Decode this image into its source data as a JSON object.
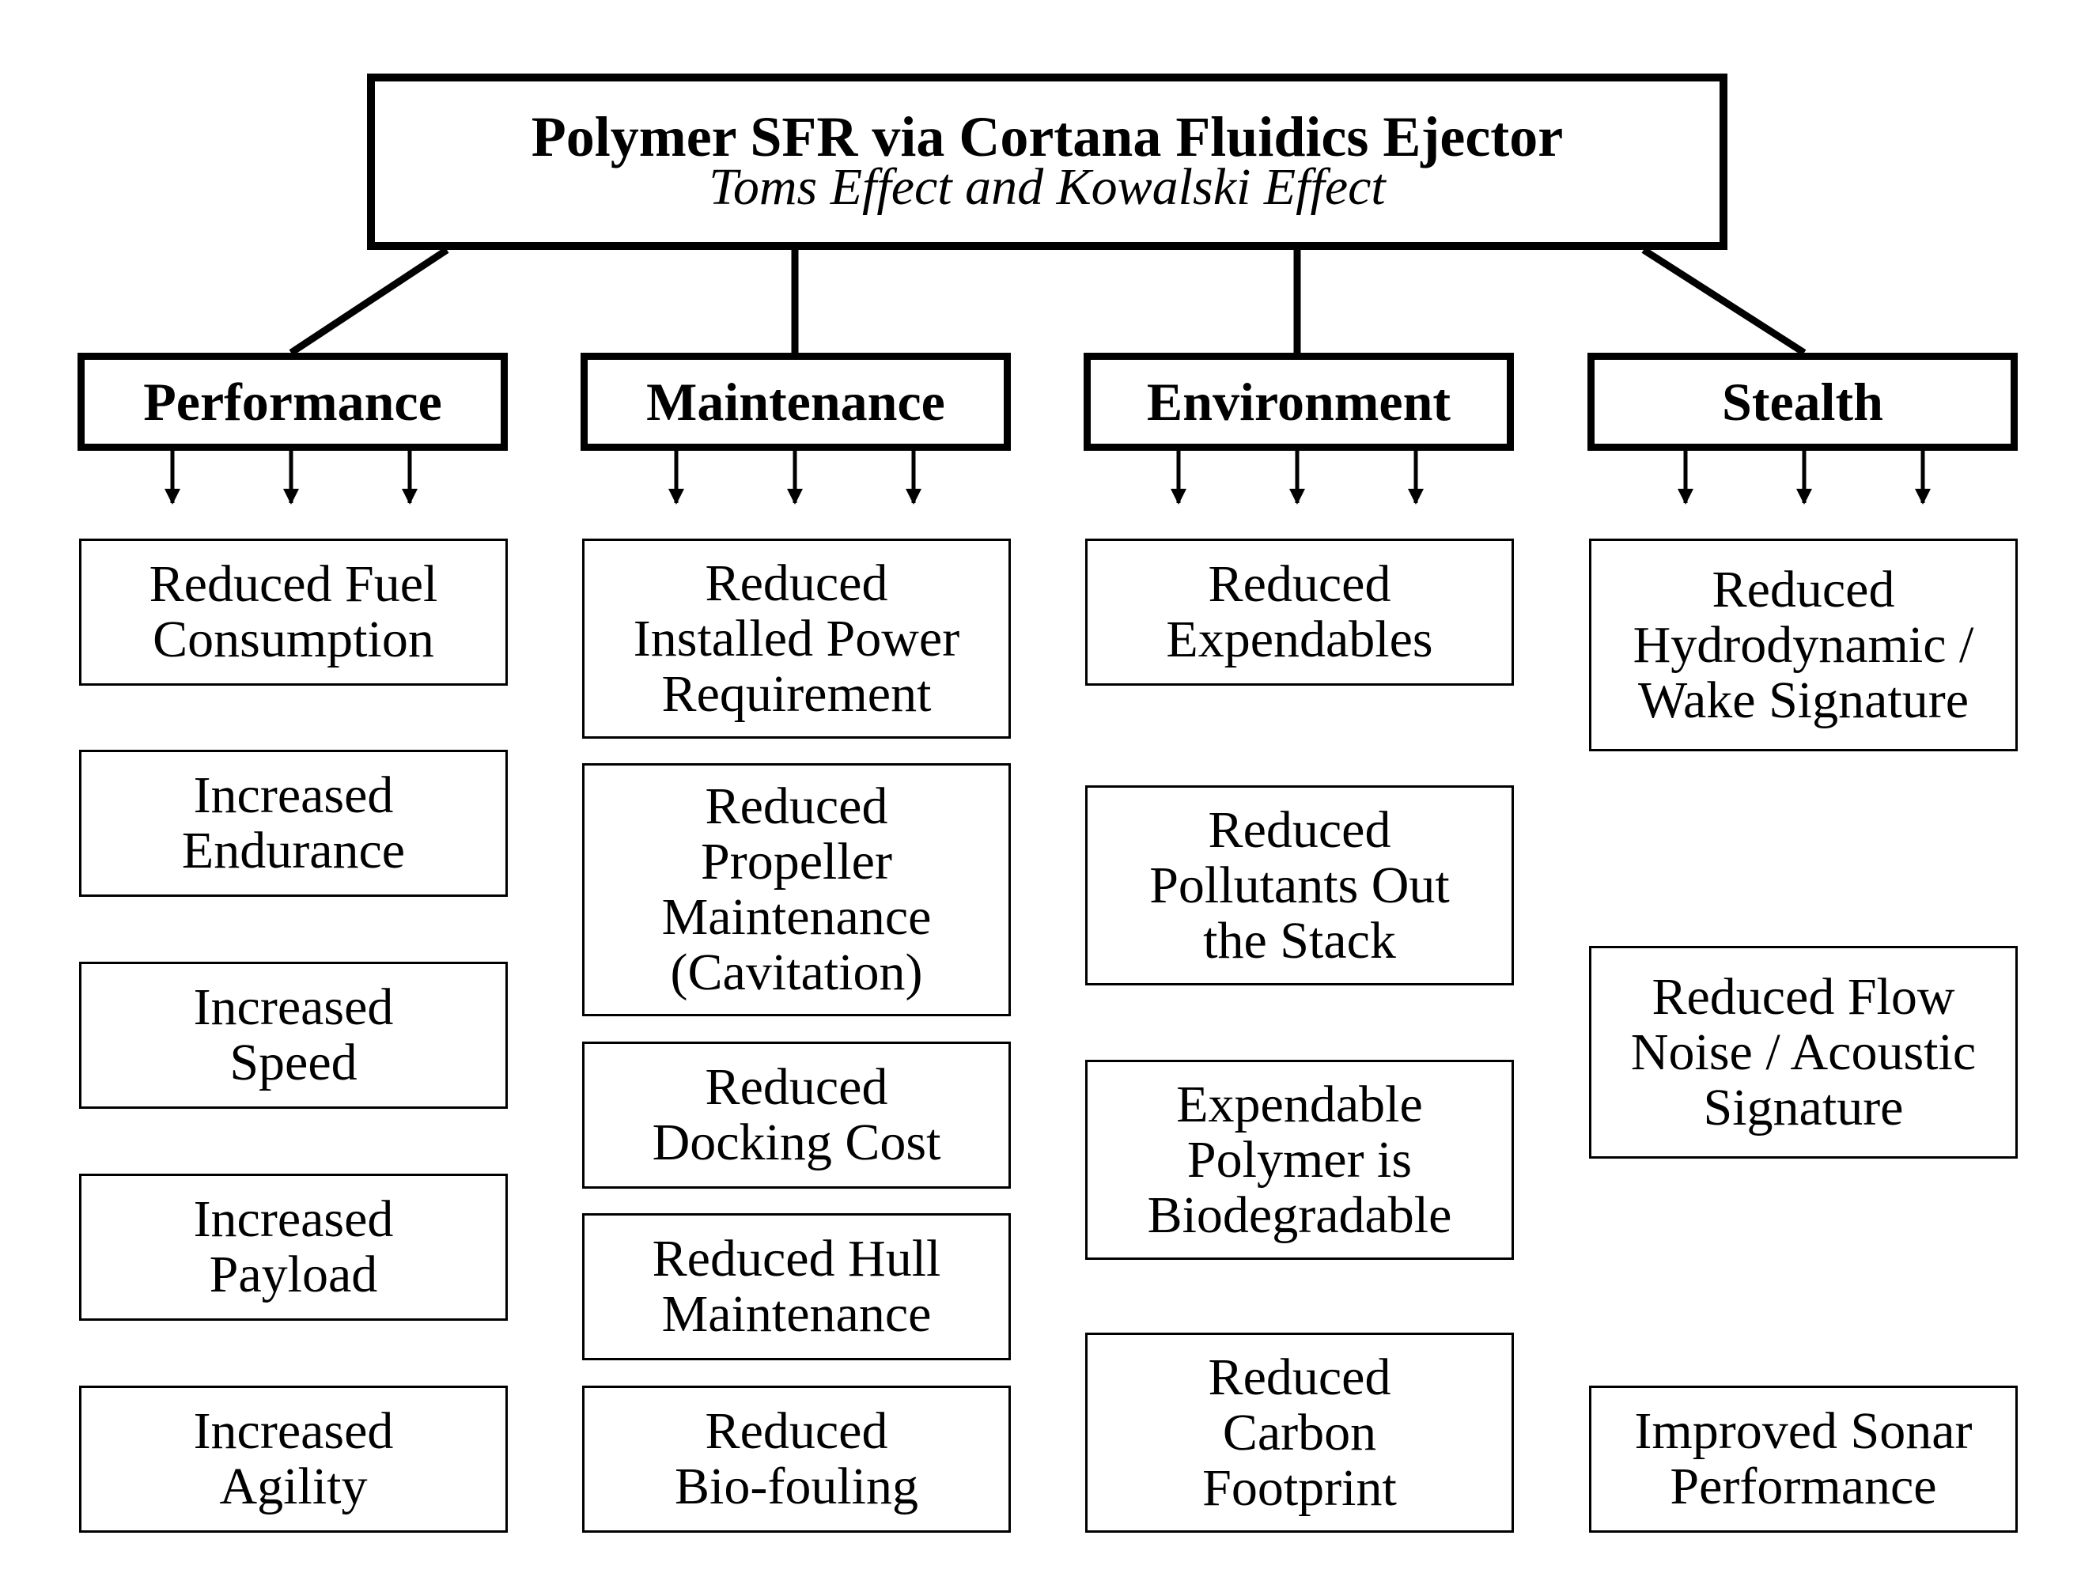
{
  "title": {
    "main": "Polymer SFR via Cortana Fluidics Ejector",
    "subtitle": "Toms Effect and Kowalski Effect"
  },
  "categories": [
    {
      "label": "Performance",
      "items": [
        {
          "lines": [
            "Reduced Fuel",
            "Consumption"
          ]
        },
        {
          "lines": [
            "Increased",
            "Endurance"
          ]
        },
        {
          "lines": [
            "Increased",
            "Speed"
          ]
        },
        {
          "lines": [
            "Increased",
            "Payload"
          ]
        },
        {
          "lines": [
            "Increased",
            "Agility"
          ]
        }
      ]
    },
    {
      "label": "Maintenance",
      "items": [
        {
          "lines": [
            "Reduced",
            "Installed Power",
            "Requirement"
          ]
        },
        {
          "lines": [
            "Reduced",
            "Propeller",
            "Maintenance",
            "(Cavitation)"
          ]
        },
        {
          "lines": [
            "Reduced",
            "Docking Cost"
          ]
        },
        {
          "lines": [
            "Reduced Hull",
            "Maintenance"
          ]
        },
        {
          "lines": [
            "Reduced",
            "Bio-fouling"
          ]
        }
      ]
    },
    {
      "label": "Environment",
      "items": [
        {
          "lines": [
            "Reduced",
            "Expendables"
          ]
        },
        {
          "lines": [
            "Reduced",
            "Pollutants Out",
            "the Stack"
          ]
        },
        {
          "lines": [
            "Expendable",
            "Polymer is",
            "Biodegradable"
          ]
        },
        {
          "lines": [
            "Reduced",
            "Carbon",
            "Footprint"
          ]
        }
      ]
    },
    {
      "label": "Stealth",
      "items": [
        {
          "lines": [
            "Reduced",
            "Hydrodynamic /",
            "Wake Signature"
          ]
        },
        {
          "lines": [
            "Reduced Flow",
            "Noise / Acoustic",
            "Signature"
          ]
        },
        {
          "lines": [
            "Improved Sonar",
            "Performance"
          ]
        }
      ]
    }
  ]
}
